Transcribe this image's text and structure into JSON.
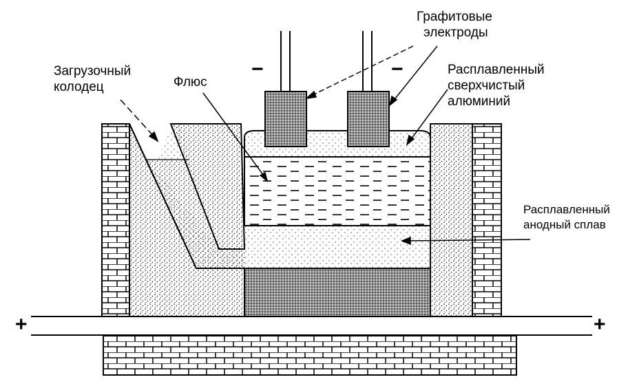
{
  "labels": {
    "electrodes": [
      "Графитовые",
      "электроды"
    ],
    "loading_well": [
      "Загрузочный",
      "колодец"
    ],
    "flux": "Флюс",
    "pure_aluminum": [
      "Расплавленный",
      "сверхчистый",
      "алюминий"
    ],
    "anode_alloy": [
      "Расплавленный",
      "анодный сплав"
    ]
  },
  "signs": {
    "cathode_left": "−",
    "cathode_right": "−",
    "anode_left": "+",
    "anode_right": "+"
  }
}
